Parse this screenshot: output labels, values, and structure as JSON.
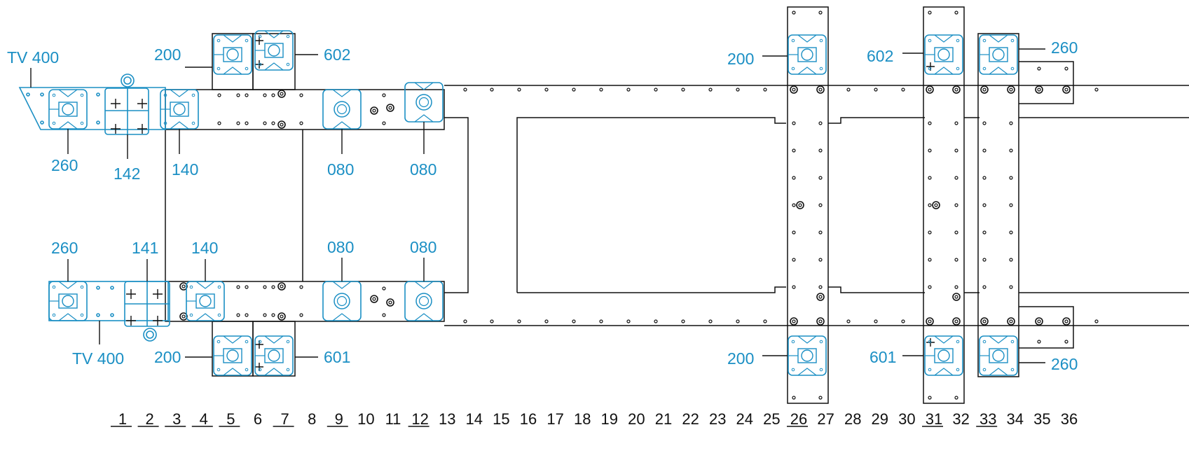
{
  "colors": {
    "accent": "#1b8fc4",
    "line": "#111111",
    "background": "#ffffff"
  },
  "labels": {
    "tv400_top": "TV 400",
    "tv400_bottom": "TV 400",
    "a260_top": "260",
    "a142": "142",
    "a140_top": "140",
    "a080_top_1": "080",
    "a080_top_2": "080",
    "a200_top_left": "200",
    "a602_top_left": "602",
    "a200_top_right": "200",
    "a602_top_right": "602",
    "a260_top_right": "260",
    "a260_bottom": "260",
    "a141": "141",
    "a140_bottom": "140",
    "a080_bottom_1": "080",
    "a080_bottom_2": "080",
    "a200_bottom_left": "200",
    "a601_bottom_left": "601",
    "a200_bottom_right": "200",
    "a601_bottom_right": "601",
    "a260_bottom_right": "260"
  },
  "position_numbers": [
    "1",
    "2",
    "3",
    "4",
    "5",
    "6",
    "7",
    "8",
    "9",
    "10",
    "11",
    "12",
    "13",
    "14",
    "15",
    "16",
    "17",
    "18",
    "19",
    "20",
    "21",
    "22",
    "23",
    "24",
    "25",
    "26",
    "27",
    "28",
    "29",
    "30",
    "31",
    "32",
    "33",
    "34",
    "35",
    "36"
  ],
  "underlined_numbers": [
    "1",
    "2",
    "3",
    "4",
    "5",
    "7",
    "9",
    "12",
    "26",
    "31",
    "33"
  ]
}
